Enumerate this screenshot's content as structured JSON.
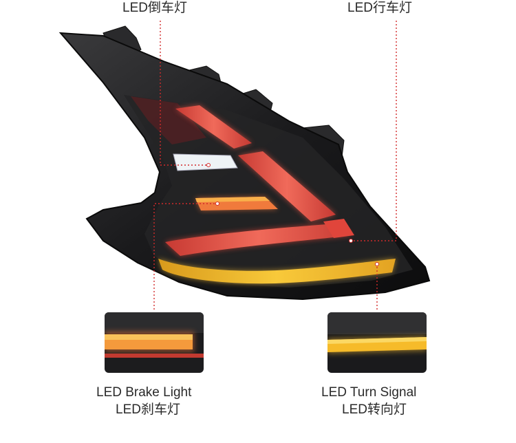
{
  "labels": {
    "reverse_light": "LED倒车灯",
    "drl": "LED行车灯",
    "brake_light_en": "LED Brake Light",
    "brake_light_cn": "LED刹车灯",
    "turn_signal_en": "LED Turn Signal",
    "turn_signal_cn": "LED转向灯"
  },
  "colors": {
    "housing": "#1c1c1e",
    "red_light": "#e0453b",
    "amber_light": "#f3b526",
    "callout_line": "#d22b2b"
  }
}
